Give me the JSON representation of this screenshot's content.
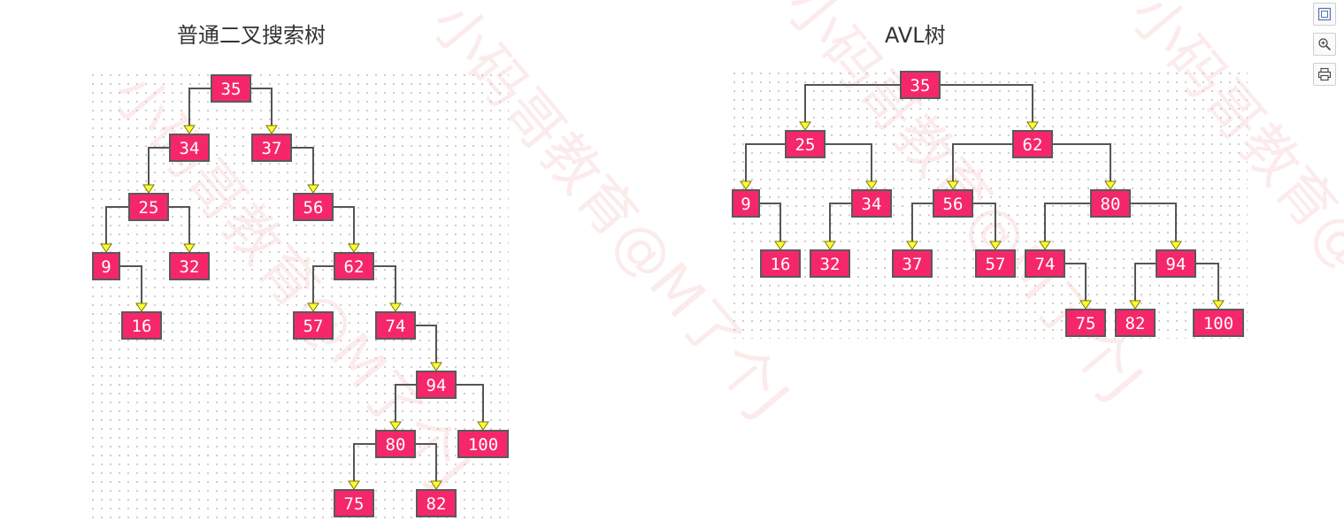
{
  "titles": {
    "left": "普通二叉搜索树",
    "right": "AVL树"
  },
  "watermark": "小码哥教育@M了个J",
  "colors": {
    "node_fill": "#f5276a",
    "node_border": "#5a5a5a",
    "node_text": "#ffffff",
    "edge": "#555555",
    "arrow": "#ffff33"
  },
  "toolbar": [
    {
      "icon": "fit-to-screen-icon"
    },
    {
      "icon": "zoom-in-icon"
    },
    {
      "icon": "print-icon"
    }
  ],
  "trees": {
    "bst": {
      "nodes": [
        {
          "id": "b35",
          "label": "35"
        },
        {
          "id": "b34",
          "label": "34"
        },
        {
          "id": "b37",
          "label": "37"
        },
        {
          "id": "b25",
          "label": "25"
        },
        {
          "id": "b56",
          "label": "56"
        },
        {
          "id": "b9",
          "label": "9"
        },
        {
          "id": "b32",
          "label": "32"
        },
        {
          "id": "b62",
          "label": "62"
        },
        {
          "id": "b16",
          "label": "16"
        },
        {
          "id": "b57",
          "label": "57"
        },
        {
          "id": "b74",
          "label": "74"
        },
        {
          "id": "b94",
          "label": "94"
        },
        {
          "id": "b80",
          "label": "80"
        },
        {
          "id": "b100",
          "label": "100"
        },
        {
          "id": "b75",
          "label": "75"
        },
        {
          "id": "b82",
          "label": "82"
        }
      ],
      "edges": [
        [
          "b35",
          "b34"
        ],
        [
          "b35",
          "b37"
        ],
        [
          "b34",
          "b25"
        ],
        [
          "b37",
          "b56"
        ],
        [
          "b25",
          "b9"
        ],
        [
          "b25",
          "b32"
        ],
        [
          "b56",
          "b62"
        ],
        [
          "b9",
          "b16"
        ],
        [
          "b62",
          "b57"
        ],
        [
          "b62",
          "b74"
        ],
        [
          "b74",
          "b94"
        ],
        [
          "b94",
          "b80"
        ],
        [
          "b94",
          "b100"
        ],
        [
          "b80",
          "b75"
        ],
        [
          "b80",
          "b82"
        ]
      ]
    },
    "avl": {
      "nodes": [
        {
          "id": "a35",
          "label": "35"
        },
        {
          "id": "a25",
          "label": "25"
        },
        {
          "id": "a62",
          "label": "62"
        },
        {
          "id": "a9",
          "label": "9"
        },
        {
          "id": "a34",
          "label": "34"
        },
        {
          "id": "a56",
          "label": "56"
        },
        {
          "id": "a80",
          "label": "80"
        },
        {
          "id": "a16",
          "label": "16"
        },
        {
          "id": "a32",
          "label": "32"
        },
        {
          "id": "a37",
          "label": "37"
        },
        {
          "id": "a57",
          "label": "57"
        },
        {
          "id": "a74",
          "label": "74"
        },
        {
          "id": "a94",
          "label": "94"
        },
        {
          "id": "a75",
          "label": "75"
        },
        {
          "id": "a82",
          "label": "82"
        },
        {
          "id": "a100",
          "label": "100"
        }
      ],
      "edges": [
        [
          "a35",
          "a25"
        ],
        [
          "a35",
          "a62"
        ],
        [
          "a25",
          "a9"
        ],
        [
          "a25",
          "a34"
        ],
        [
          "a62",
          "a56"
        ],
        [
          "a62",
          "a80"
        ],
        [
          "a9",
          "a16"
        ],
        [
          "a34",
          "a32"
        ],
        [
          "a56",
          "a37"
        ],
        [
          "a56",
          "a57"
        ],
        [
          "a80",
          "a74"
        ],
        [
          "a80",
          "a94"
        ],
        [
          "a74",
          "a75"
        ],
        [
          "a94",
          "a82"
        ],
        [
          "a94",
          "a100"
        ]
      ]
    }
  }
}
